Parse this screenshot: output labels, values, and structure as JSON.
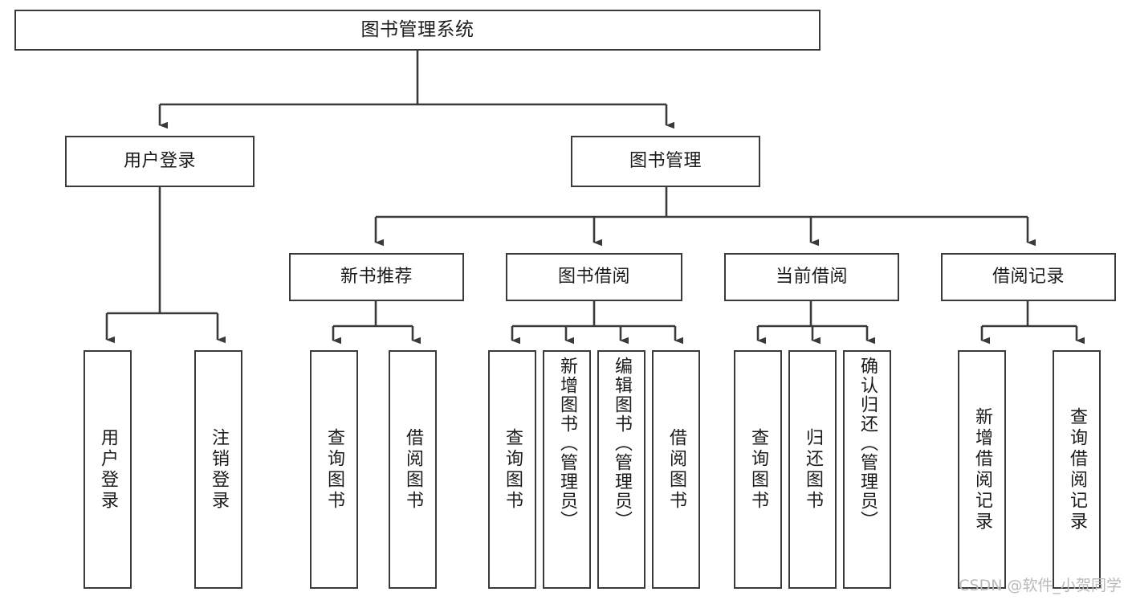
{
  "diagram": {
    "title": "图书管理系统",
    "type": "tree-hierarchy",
    "orientation": "top-down",
    "line_color": "#3a3a3a",
    "box_fill": "#ffffff",
    "text_color": "#1b1b1b",
    "nodes": {
      "root": {
        "label": "图书管理系统"
      },
      "level2": [
        {
          "id": "user-login",
          "label": "用户登录"
        },
        {
          "id": "book-manage",
          "label": "图书管理"
        }
      ],
      "level3": [
        {
          "id": "new-book-recommend",
          "label": "新书推荐"
        },
        {
          "id": "book-borrow",
          "label": "图书借阅"
        },
        {
          "id": "current-borrow",
          "label": "当前借阅"
        },
        {
          "id": "borrow-record",
          "label": "借阅记录"
        }
      ],
      "leaves": {
        "user_login": [
          {
            "id": "leaf-user-login",
            "label": "用户登录"
          },
          {
            "id": "leaf-logout-login",
            "label": "注销登录"
          }
        ],
        "new_book_recommend": [
          {
            "id": "leaf-query-book-1",
            "label": "查询图书"
          },
          {
            "id": "leaf-borrow-book-1",
            "label": "借阅图书"
          }
        ],
        "book_borrow": [
          {
            "id": "leaf-query-book-2",
            "label": "查询图书"
          },
          {
            "id": "leaf-add-book",
            "label": "新增图书（管理员）"
          },
          {
            "id": "leaf-edit-book",
            "label": "编辑图书（管理员）"
          },
          {
            "id": "leaf-borrow-book-2",
            "label": "借阅图书"
          }
        ],
        "current_borrow": [
          {
            "id": "leaf-query-book-3",
            "label": "查询图书"
          },
          {
            "id": "leaf-return-book",
            "label": "归还图书"
          },
          {
            "id": "leaf-confirm-return",
            "label": "确认归还（管理员）"
          }
        ],
        "borrow_record": [
          {
            "id": "leaf-add-record",
            "label": "新增借阅记录"
          },
          {
            "id": "leaf-query-record",
            "label": "查询借阅记录"
          }
        ]
      }
    }
  },
  "watermark": {
    "text": "CSDN @软件_小贺同学"
  }
}
